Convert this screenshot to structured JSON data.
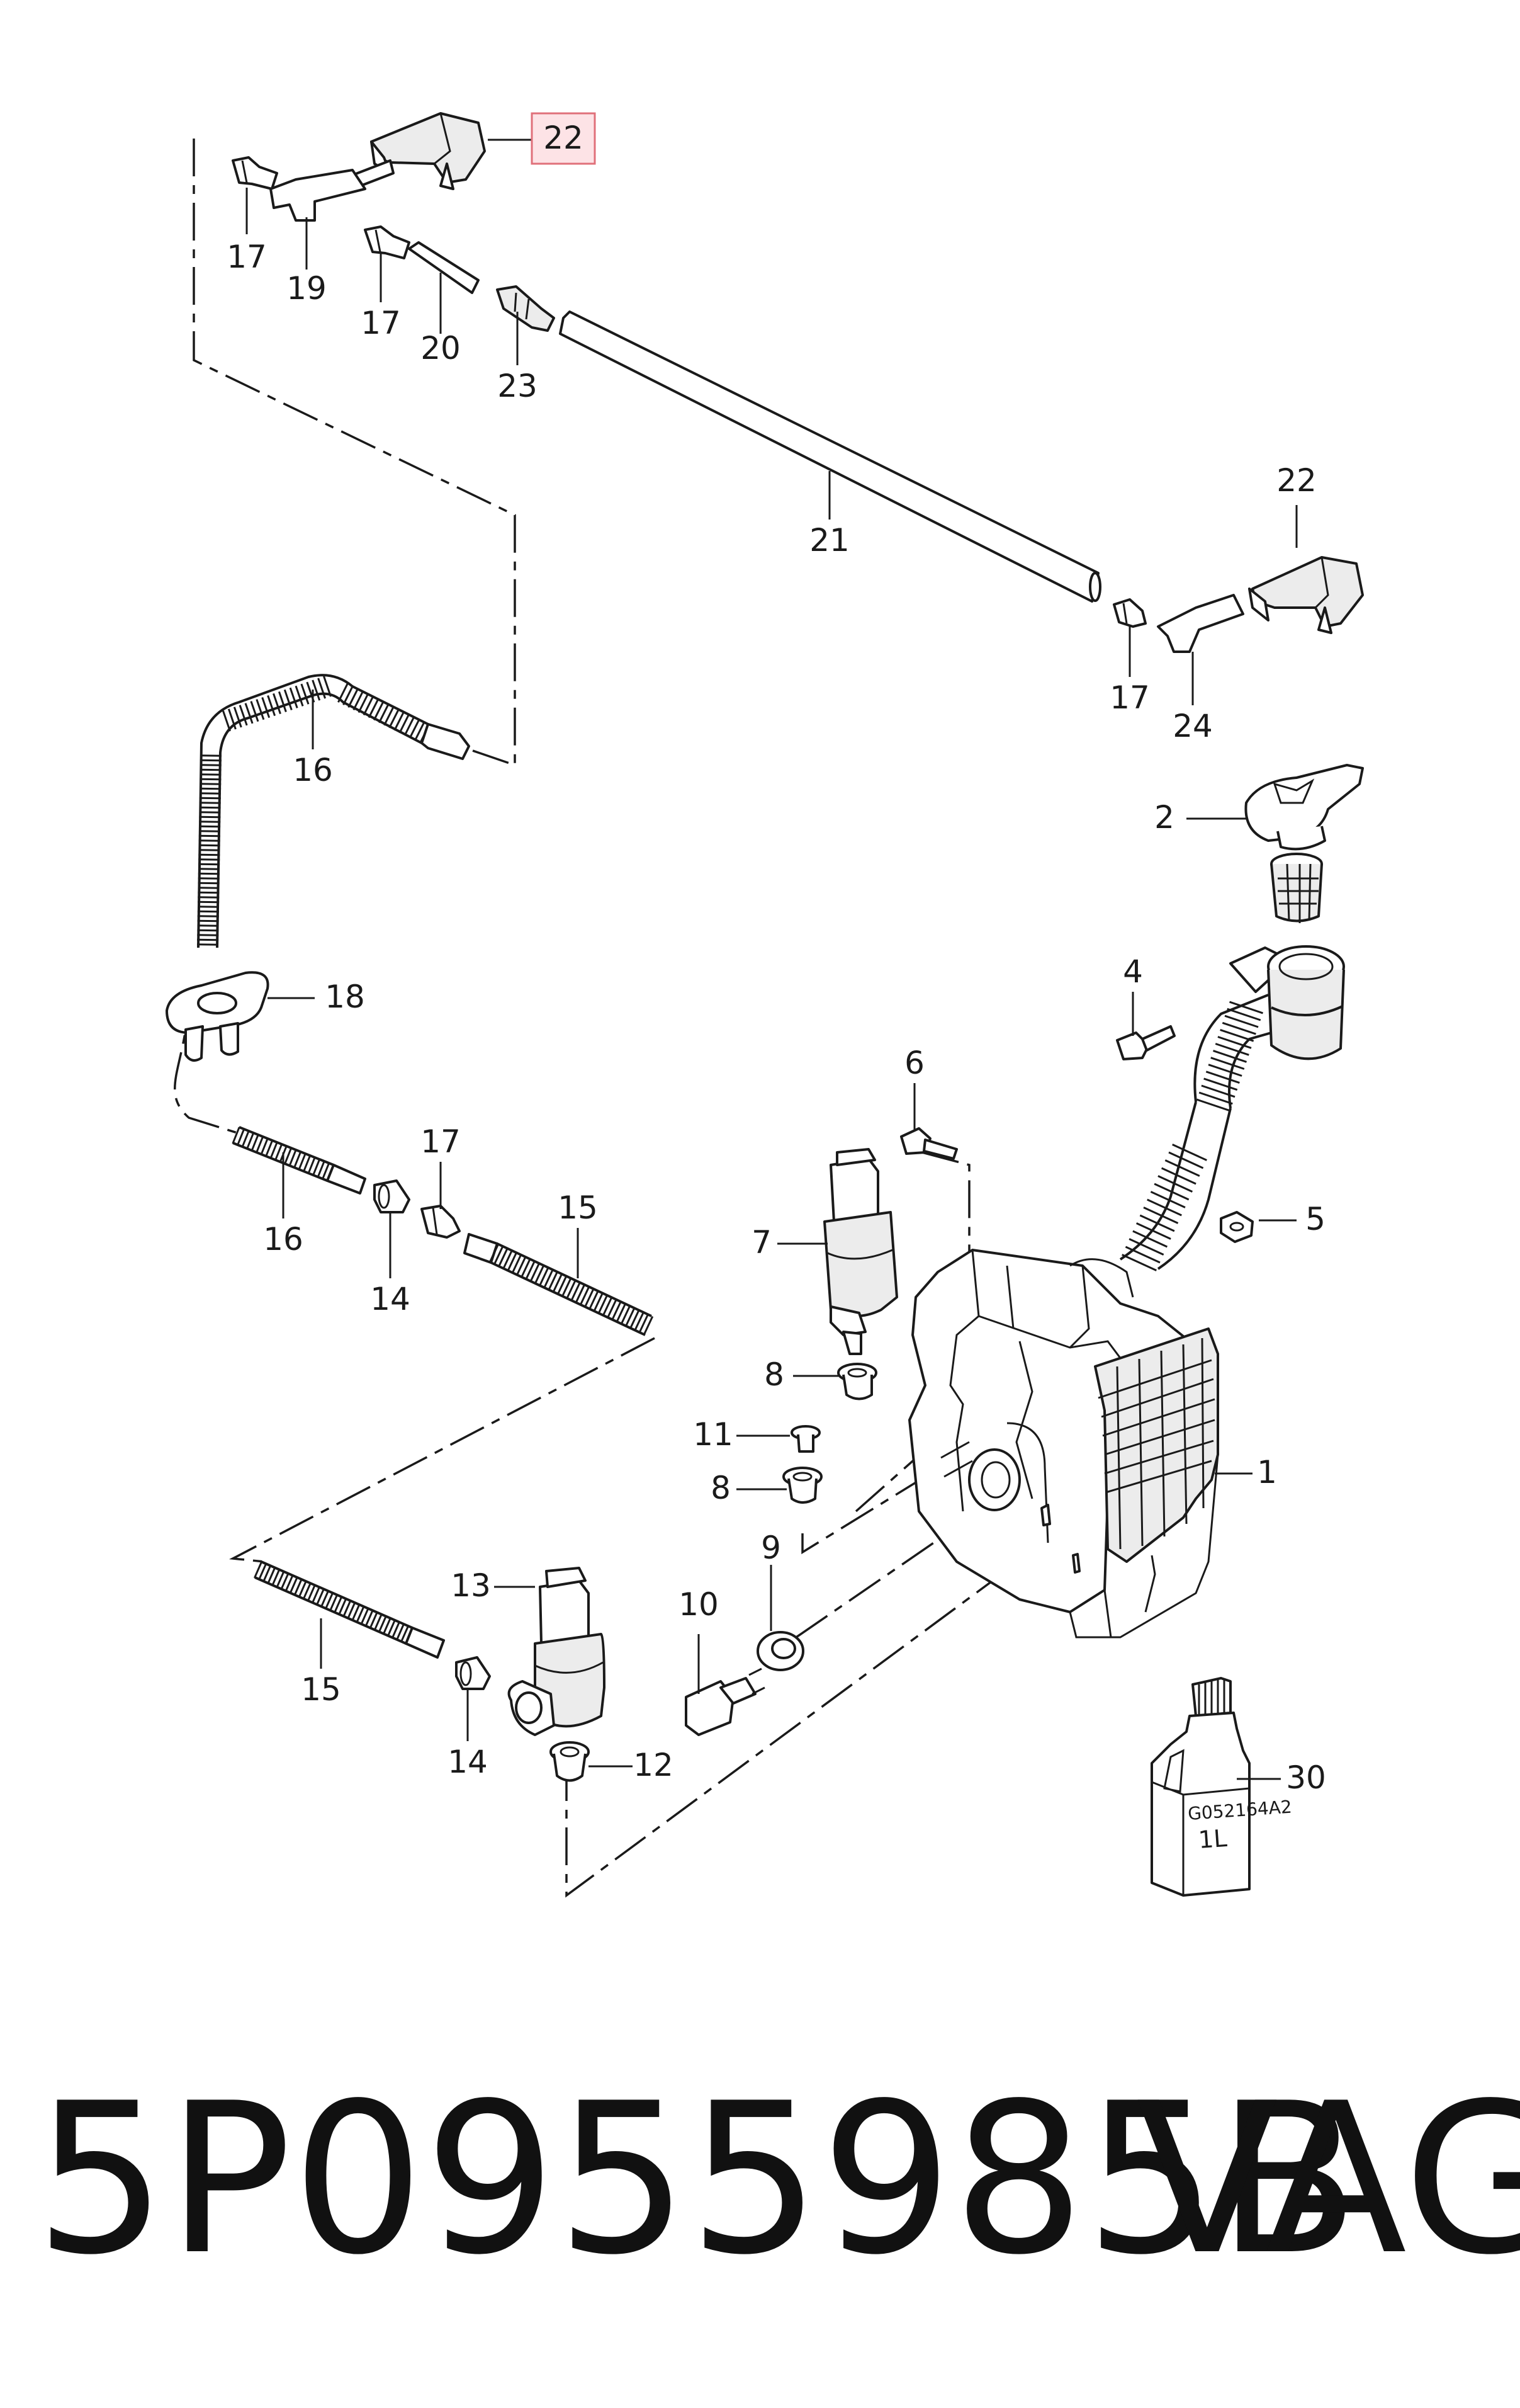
{
  "callouts": {
    "c22_top": "22",
    "c17_a": "17",
    "c19": "19",
    "c17_b": "17",
    "c20": "20",
    "c23": "23",
    "c21": "21",
    "c22_right": "22",
    "c17_c": "17",
    "c24": "24",
    "c16_top": "16",
    "c2": "2",
    "c4": "4",
    "c18": "18",
    "c6": "6",
    "c17_d": "17",
    "c15_top": "15",
    "c7": "7",
    "c16_mid": "16",
    "c14_top": "14",
    "c5": "5",
    "c8_a": "8",
    "c1": "1",
    "c11": "11",
    "c8_b": "8",
    "c9": "9",
    "c13": "13",
    "c10": "10",
    "c15_bottom": "15",
    "c14_bottom": "14",
    "c12": "12",
    "c30": "30"
  },
  "bottle_label": {
    "code": "G052164A2",
    "volume": "1L"
  },
  "footer": {
    "part_number": "5P0955985B",
    "brand": "VAG"
  },
  "colors": {
    "highlight_fill": "#fde3e6",
    "highlight_stroke": "#e0707a",
    "ink": "#1a1a1a"
  }
}
